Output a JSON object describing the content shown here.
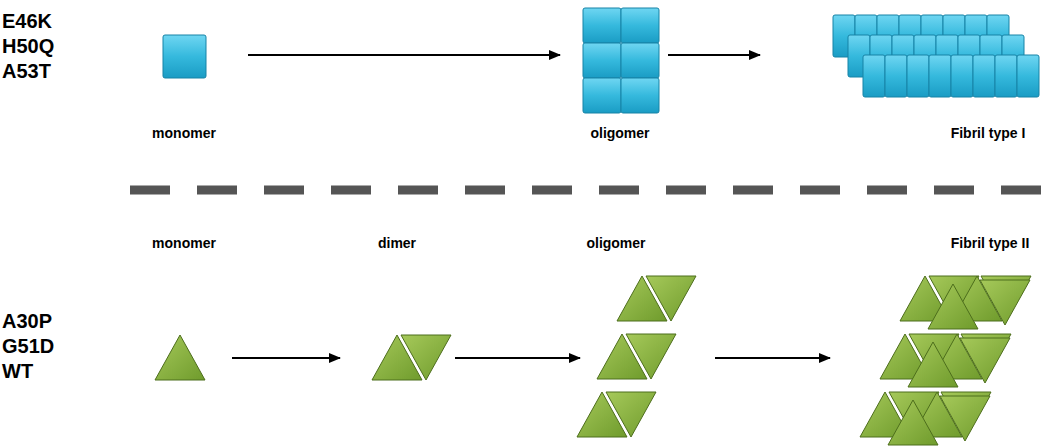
{
  "diagram": {
    "labels": [
      "E46K",
      "H50Q",
      "A53T",
      "monomer",
      "oligomer",
      "Fibril type I",
      "monomer",
      "dimer",
      "oligomer",
      "Fibril type II",
      "A30P",
      "G51D",
      "WT"
    ]
  }
}
